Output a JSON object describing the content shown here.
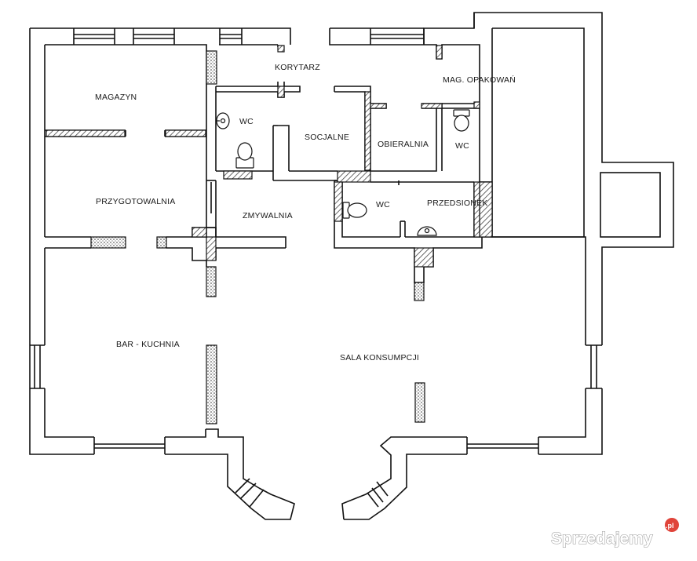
{
  "rooms": {
    "magazyn": "MAGAZYN",
    "korytarz": "KORYTARZ",
    "wc_1": "WC",
    "socjalne": "SOCJALNE",
    "obieralnia": "OBIERALNIA",
    "mag_opakowan": "MAG. OPAKOWAŃ",
    "wc_2": "WC",
    "przygotowalnia": "PRZYGOTOWALNIA",
    "zmywalnia": "ZMYWALNIA",
    "wc_3": "WC",
    "przedsionek": "PRZEDSIONEK",
    "bar_kuchnia": "BAR - KUCHNIA",
    "sala_konsumpcji": "SALA KONSUMPCJI"
  },
  "watermark": {
    "text": "Sprzedajemy",
    "suffix": ".pl"
  },
  "colors": {
    "wall_stroke": "#111111",
    "hatch": "#555555",
    "watermark_badge": "#e0443a"
  }
}
